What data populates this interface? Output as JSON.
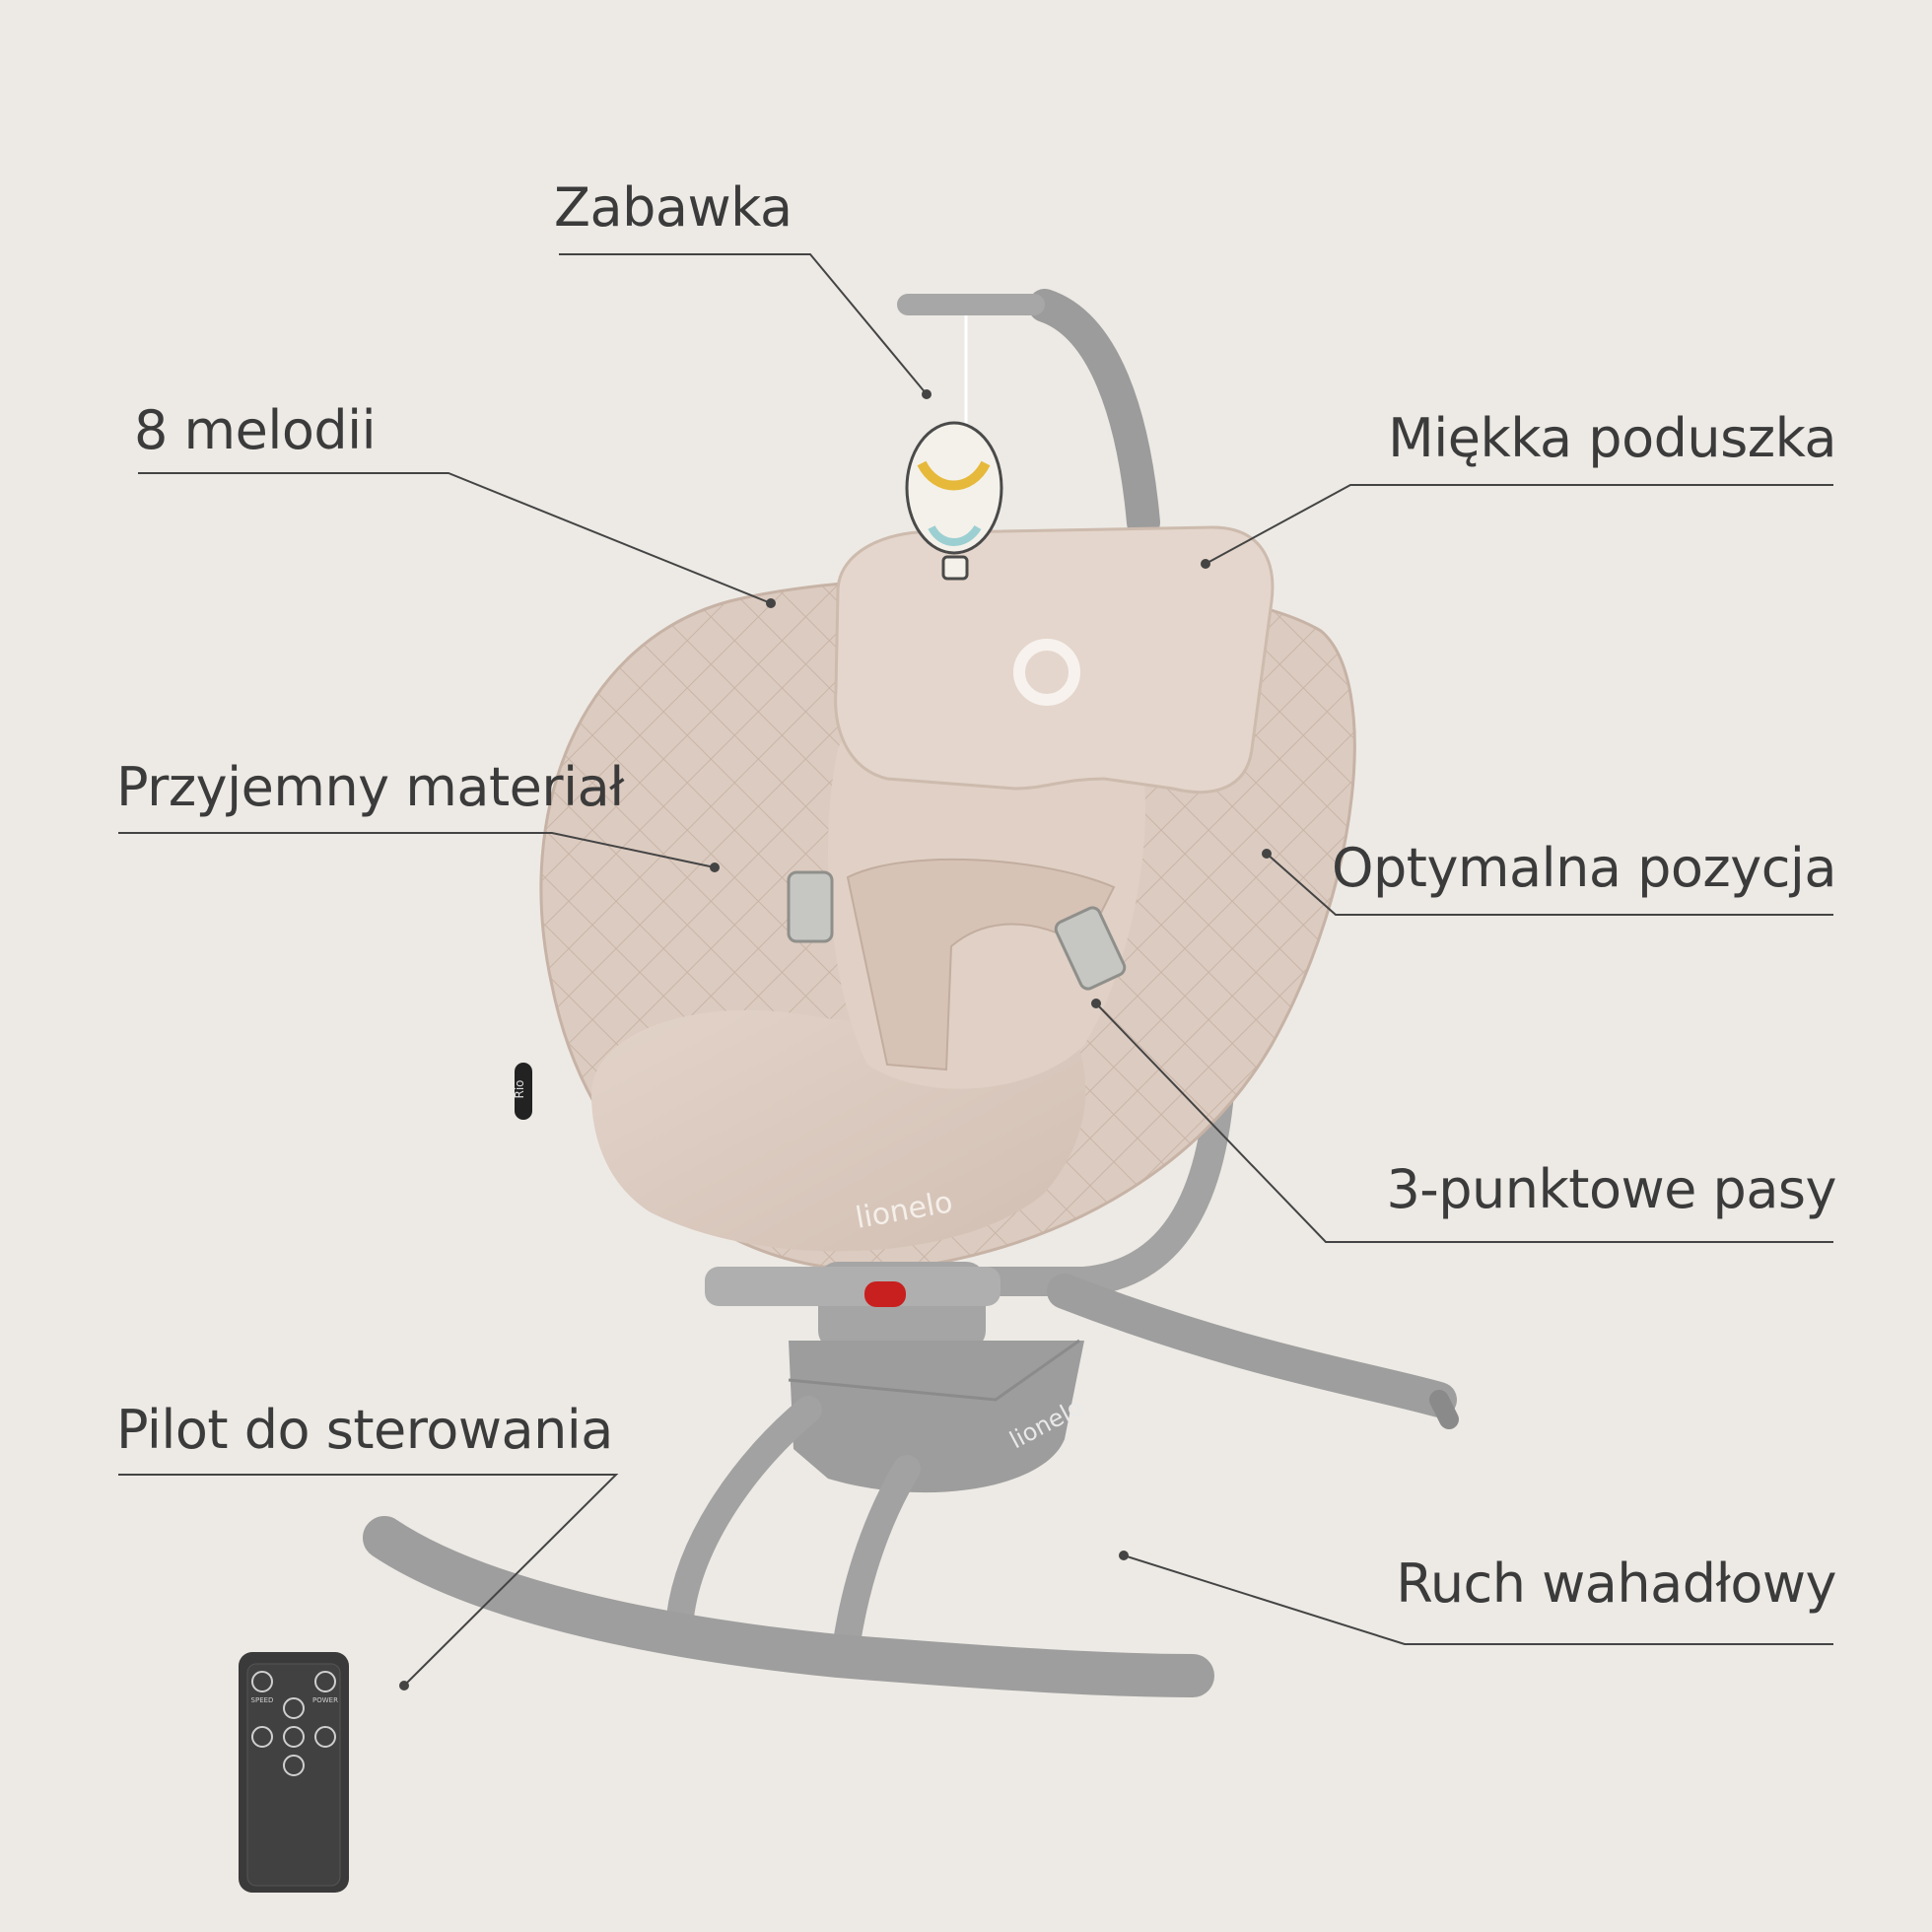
{
  "labels": {
    "zabawka": "Zabawka",
    "melodie": "8 melodii",
    "poduszka": "Miękka poduszka",
    "material": "Przyjemny materiał",
    "pozycja": "Optymalna pozycja",
    "pasy": "3-punktowe pasy",
    "pilot": "Pilot do sterowania",
    "ruch": "Ruch wahadłowy"
  },
  "brand": {
    "seat_logo": "lionelo",
    "base_logo": "lionelo",
    "model_tag": "Rio"
  },
  "remote": {
    "speed": "SPEED",
    "power": "POWER"
  },
  "colors": {
    "background": "#edeae5",
    "fabric": "#ddccc1",
    "frame": "#9a9a9a",
    "text": "#3b3b3b",
    "remote": "#3a3a3a",
    "accent_button": "#c8201e"
  }
}
